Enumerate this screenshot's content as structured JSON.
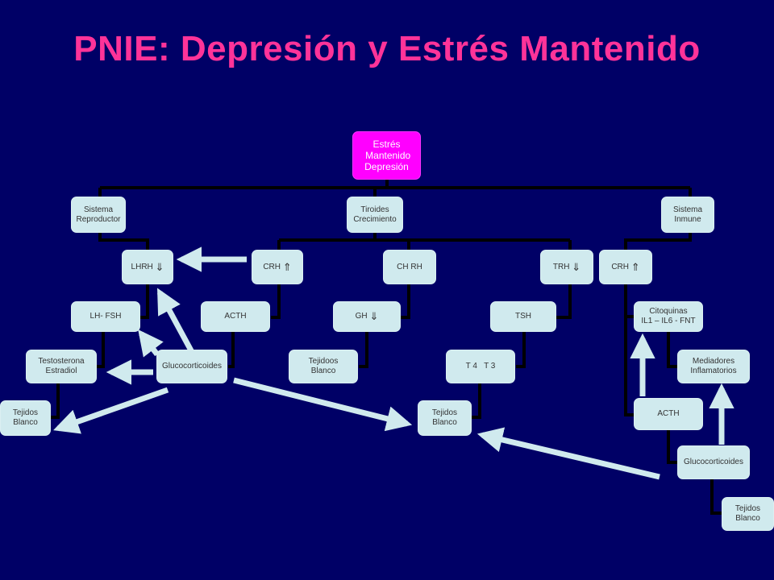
{
  "title": "PNIE: Depresión y Estrés Mantenido",
  "colors": {
    "background": "#000066",
    "title": "#ff3399",
    "root_fill": "#ff00ff",
    "node_fill": "#d0eaee",
    "connector": "#000000",
    "arrow": "#d0eaee"
  },
  "nodes": {
    "root": "Estrés\n Mantenido\nDepresión",
    "sistema_reproductor": "Sistema\nReproductor",
    "tiroides_crecimiento": "Tiroides\nCrecimiento",
    "sistema_inmune": "Sistema\nInmune",
    "lhrh": "LHRH",
    "crh_1": "CRH",
    "chrh": "CH RH",
    "trh": "TRH",
    "crh_2": "CRH",
    "lh_fsh": "LH- FSH",
    "acth_1": "ACTH",
    "gh": "GH",
    "tsh": "TSH",
    "citoquinas": "Citoquinas\nIL1 – IL6 - FNT",
    "testosterona": "Testosterona\nEstradiol",
    "glucocorticoides_1": "Glucocorticoides",
    "tejidoos_blanco": "Tejidoos\nBlanco",
    "t4_t3": "T 4   T 3",
    "mediadores": "Mediadores\nInflamatorios",
    "tejidos_blanco_1": "Tejidos\nBlanco",
    "tejidos_blanco_2": "Tejidos\nBlanco",
    "acth_2": "ACTH",
    "glucocorticoides_2": "Glucocorticoides",
    "tejidos_blanco_3": "Tejidos\nBlanco"
  },
  "arrow_glyphs": {
    "down": "⇓",
    "up": "⇑"
  }
}
